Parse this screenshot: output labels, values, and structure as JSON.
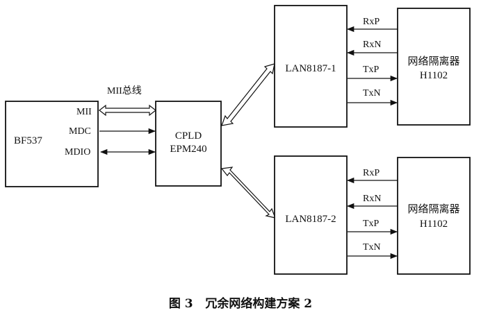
{
  "blocks": {
    "bf537": "BF537",
    "cpld_line1": "CPLD",
    "cpld_line2": "EPM240",
    "lan1": "LAN8187-1",
    "lan2": "LAN8187-2",
    "iso1_line1": "网络隔离器",
    "iso1_line2": "H1102",
    "iso2_line1": "网络隔离器",
    "iso2_line2": "H1102"
  },
  "signals": {
    "mii_bus": "MII总线",
    "mii": "MII",
    "mdc": "MDC",
    "mdio": "MDIO",
    "rxp": "RxP",
    "rxn": "RxN",
    "txp": "TxP",
    "txn": "TxN"
  },
  "caption": "图 3   冗余网络构建方案 2"
}
